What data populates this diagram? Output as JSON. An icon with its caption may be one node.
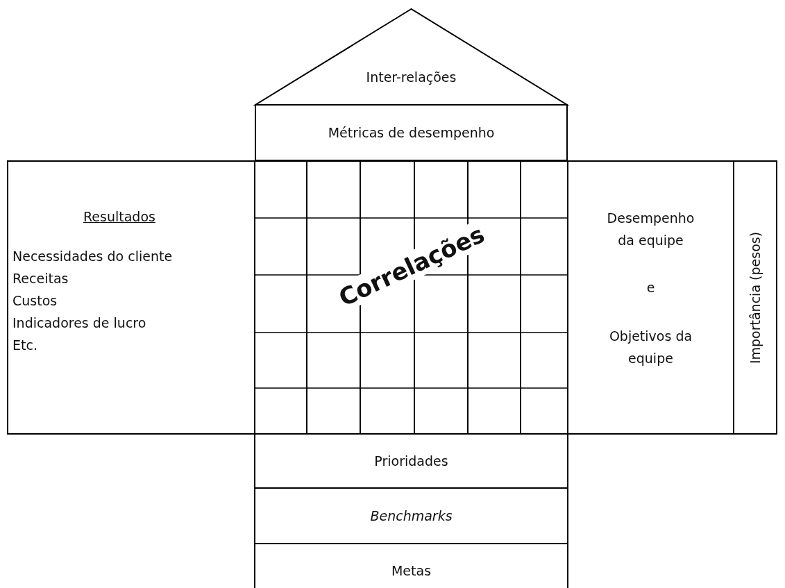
{
  "diagram": {
    "nodes": [
      {
        "text": [
          "Inter-relações"
        ]
      },
      {
        "text": [
          "Métricas de desempenho"
        ]
      },
      {
        "text": [
          "Resultados",
          "Necessidades do cliente",
          "Receitas",
          "Custos",
          "Indicadores de lucro",
          "Etc."
        ]
      },
      {
        "text": [
          "Correlações"
        ]
      },
      {
        "text": [
          "Desempenho da equipe",
          "e",
          "Objetivos da equipe"
        ]
      },
      {
        "text": [
          "Importância (pesos)"
        ]
      },
      {
        "text": [
          "Prioridades"
        ]
      },
      {
        "text": [
          "Benchmarks"
        ]
      },
      {
        "text": [
          "Metas"
        ]
      }
    ],
    "edges": []
  }
}
